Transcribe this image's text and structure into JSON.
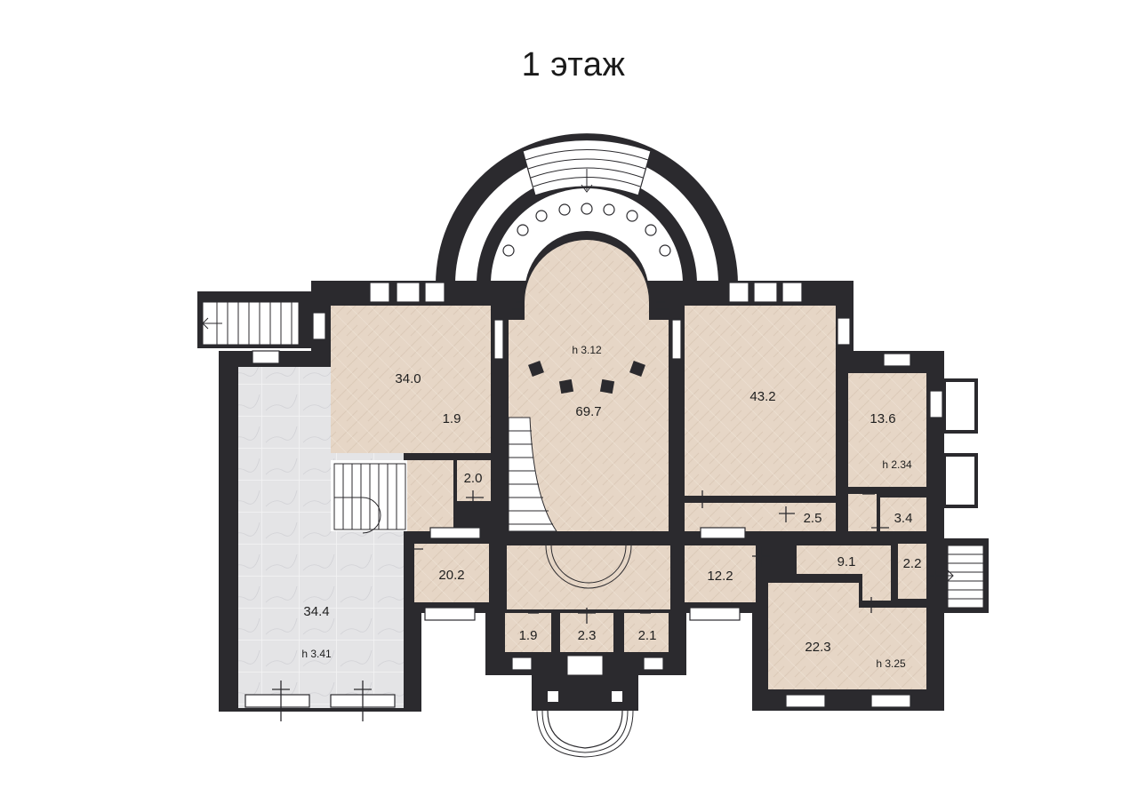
{
  "title": "1 этаж",
  "rooms": [
    {
      "id": "hall",
      "area": "69.7",
      "height": "h 3.12"
    },
    {
      "id": "left-room",
      "area": "34.0"
    },
    {
      "id": "left-closet",
      "area": "1.9"
    },
    {
      "id": "right-room",
      "area": "43.2"
    },
    {
      "id": "bedroom-east",
      "area": "13.6",
      "height": "h 2.34"
    },
    {
      "id": "storage-a",
      "area": "2.0"
    },
    {
      "id": "storage-b",
      "area": "2.5"
    },
    {
      "id": "bath-east",
      "area": "3.4"
    },
    {
      "id": "corridor-east",
      "area": "9.1"
    },
    {
      "id": "wc-east",
      "area": "2.2"
    },
    {
      "id": "kitchen-left",
      "area": "20.2"
    },
    {
      "id": "room-right-small",
      "area": "12.2"
    },
    {
      "id": "terrace",
      "area": "34.4",
      "height": "h 3.41"
    },
    {
      "id": "bedroom-southeast",
      "area": "22.3",
      "height": "h 3.25"
    },
    {
      "id": "vest-left",
      "area": "1.9"
    },
    {
      "id": "vest-mid",
      "area": "2.3"
    },
    {
      "id": "vest-right",
      "area": "2.1"
    }
  ],
  "colors": {
    "wall": "#2b2a2e",
    "parquet": "#e6d6c6",
    "marble": "#e4e4e6"
  }
}
